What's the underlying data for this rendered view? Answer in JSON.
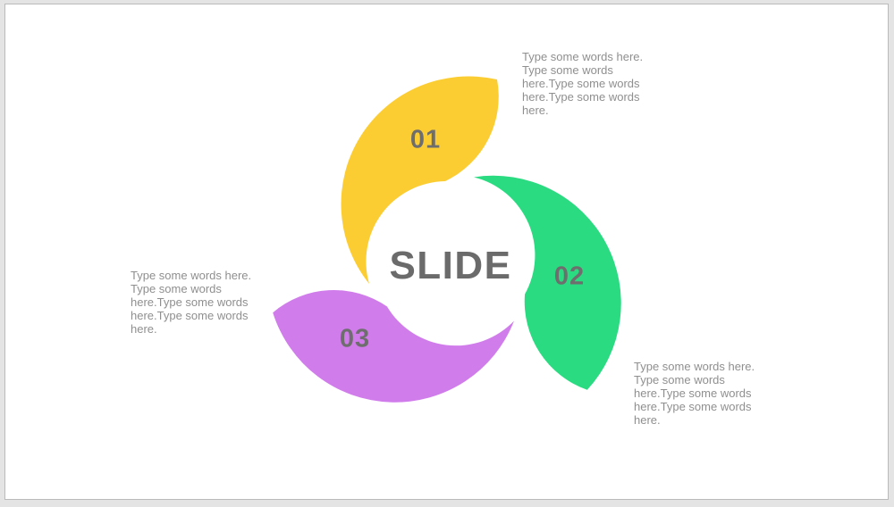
{
  "slide": {
    "title": "SLIDE",
    "colors": {
      "canvas_background": "#e4e4e4",
      "slide_background": "#ffffff",
      "slide_border": "#bababa",
      "title_text": "#6b6b6b",
      "number_text": "#6e6e6e",
      "body_text": "#8f8f8f"
    },
    "steps": [
      {
        "number": "01",
        "color": "#fccd33",
        "text": "Type some words here.\nType some words\nhere.Type some words\nhere.Type some words\nhere."
      },
      {
        "number": "02",
        "color": "#2bdb81",
        "text": "Type some words here.\nType some words\nhere.Type some words\nhere.Type some words\nhere."
      },
      {
        "number": "03",
        "color": "#d07deb",
        "text": "Type some words here.\nType some words\nhere.Type some words\nhere.Type some words\nhere."
      }
    ]
  }
}
